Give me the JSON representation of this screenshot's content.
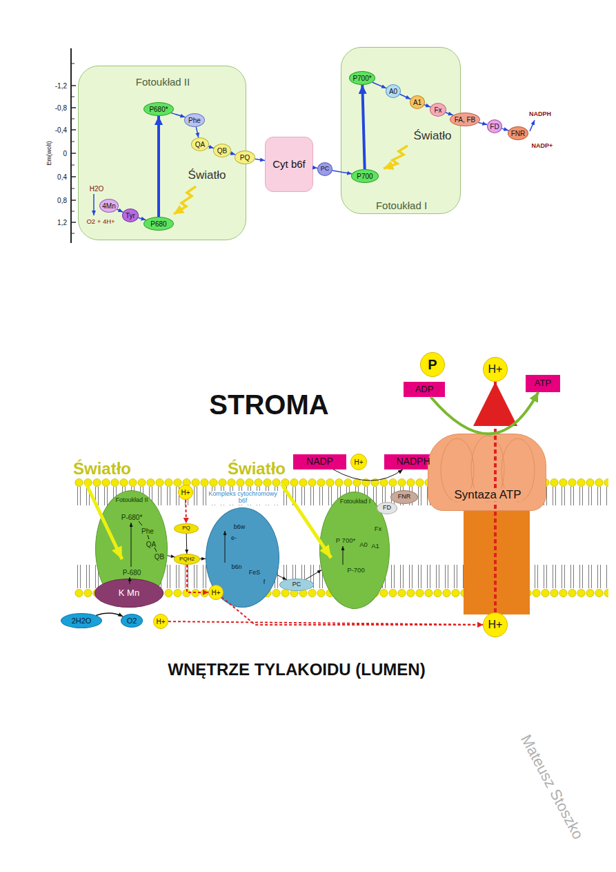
{
  "diagram": {
    "nodes": [
      {
        "text": [
          "Fotoukład II"
        ]
      },
      {
        "text": [
          "P680*"
        ],
        "in": 0
      },
      {
        "text": [
          "Phe"
        ],
        "in": 0
      },
      {
        "text": [
          "QA"
        ],
        "in": 0
      },
      {
        "text": [
          "QB"
        ],
        "in": 0
      },
      {
        "text": [
          "4Mn"
        ],
        "in": 0
      },
      {
        "text": [
          "Tyr"
        ],
        "in": 0
      },
      {
        "text": [
          "P680"
        ],
        "in": 0
      },
      {
        "text": [
          "PQ"
        ]
      },
      {
        "text": [
          "Cyt b6f"
        ]
      },
      {
        "text": [
          "PC"
        ]
      },
      {
        "text": [
          "Fotoukład I"
        ]
      },
      {
        "text": [
          "P700*"
        ],
        "in": 11
      },
      {
        "text": [
          "A0"
        ],
        "in": 11
      },
      {
        "text": [
          "A1"
        ],
        "in": 11
      },
      {
        "text": [
          "Fx"
        ],
        "in": 11
      },
      {
        "text": [
          "P700"
        ],
        "in": 11
      },
      {
        "text": [
          "FA, FB"
        ]
      },
      {
        "text": [
          "FD"
        ]
      },
      {
        "text": [
          "FNR"
        ]
      },
      {
        "text": [
          "P"
        ]
      },
      {
        "text": [
          "ADP"
        ]
      },
      {
        "text": [
          "H+"
        ]
      },
      {
        "text": [
          "ATP"
        ]
      },
      {
        "text": [
          "NADP"
        ]
      },
      {
        "text": [
          "H+"
        ]
      },
      {
        "text": [
          "NADPH"
        ]
      },
      {
        "text": [
          "Fotoukład II",
          "P-680*",
          "Phe",
          "QA",
          "QB",
          "P-680"
        ]
      },
      {
        "text": [
          "H+"
        ]
      },
      {
        "text": [
          "PQ"
        ]
      },
      {
        "text": [
          "PQH2"
        ]
      },
      {
        "text": [
          "Kompleks cytochromowy b6f",
          "b6w",
          "e-",
          "b6n",
          "FeS",
          "f"
        ]
      },
      {
        "text": [
          "Fotoukład I",
          "P 700*",
          "A0",
          "A1",
          "Fx",
          "P-700"
        ]
      },
      {
        "text": [
          "FD"
        ]
      },
      {
        "text": [
          "FNR"
        ]
      },
      {
        "text": [
          "Syntaza ATP"
        ]
      },
      {
        "text": [
          "PC"
        ]
      },
      {
        "text": [
          "K Mn"
        ]
      },
      {
        "text": [
          "2H2O"
        ]
      },
      {
        "text": [
          "O2"
        ]
      },
      {
        "text": [
          "H+"
        ]
      },
      {
        "text": [
          "H+"
        ]
      },
      {
        "text": [
          "H+"
        ]
      }
    ],
    "edges": [
      {
        "from": 7,
        "to": 1,
        "arrow": "to"
      },
      {
        "from": 1,
        "to": 2,
        "arrow": "to"
      },
      {
        "from": 2,
        "to": 3,
        "arrow": "to"
      },
      {
        "from": 3,
        "to": 4,
        "arrow": "to"
      },
      {
        "from": 4,
        "to": 8,
        "arrow": "to"
      },
      {
        "from": 8,
        "to": 9,
        "arrow": "to"
      },
      {
        "from": 9,
        "to": 10,
        "arrow": "to"
      },
      {
        "from": 10,
        "to": 16,
        "arrow": "to"
      },
      {
        "from": 16,
        "to": 12,
        "arrow": "to"
      },
      {
        "from": 12,
        "to": 13,
        "arrow": "to"
      },
      {
        "from": 13,
        "to": 14,
        "arrow": "to"
      },
      {
        "from": 14,
        "to": 15,
        "arrow": "to"
      },
      {
        "from": 15,
        "to": 17,
        "arrow": "to"
      },
      {
        "from": 17,
        "to": 18,
        "arrow": "to"
      },
      {
        "from": 18,
        "to": 19,
        "arrow": "to"
      },
      {
        "from": 5,
        "to": 6,
        "arrow": "to"
      },
      {
        "from": 6,
        "to": 7,
        "arrow": "to"
      },
      {
        "from": 38,
        "to": 39,
        "arrow": "to"
      },
      {
        "from": 28,
        "to": 29,
        "arrow": "to"
      },
      {
        "from": 29,
        "to": 30,
        "arrow": "to"
      },
      {
        "from": 27,
        "to": 30,
        "arrow": "to"
      },
      {
        "from": 30,
        "to": 31,
        "arrow": "to"
      },
      {
        "from": 31,
        "to": 36,
        "arrow": "to"
      },
      {
        "from": 36,
        "to": 32,
        "arrow": "to"
      },
      {
        "from": 24,
        "to": 26,
        "arrow": "to"
      },
      {
        "from": 30,
        "to": 40,
        "arrow": "to"
      },
      {
        "from": 41,
        "to": 42,
        "arrow": "to"
      },
      {
        "from": 40,
        "to": 42,
        "arrow": "to"
      },
      {
        "from": 42,
        "to": 22,
        "arrow": "to"
      },
      {
        "from": 21,
        "to": 23,
        "arrow": "to"
      }
    ],
    "labels": [
      "-1,2",
      "-0,8",
      "-0,4",
      "0",
      "0,4",
      "0,8",
      "1,2",
      "Em(wolt)",
      "H2O",
      "O2 + 4H+",
      "Światło",
      "Światło",
      "NADPH",
      "NADP+",
      "STROMA",
      "Światło",
      "Światło",
      "WNĘTRZE TYLAKOIDU (LUMEN)",
      "Mateusz Stoszko"
    ]
  }
}
